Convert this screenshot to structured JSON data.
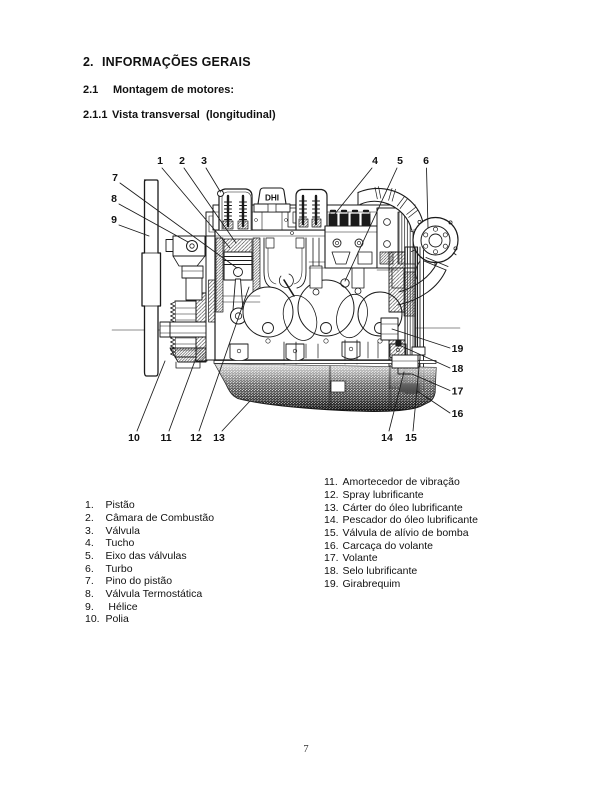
{
  "headings": {
    "h1": {
      "number": "2.",
      "text": "INFORMAÇÕES GERAIS"
    },
    "h2": {
      "number": "2.1",
      "text": "Montagem de motores:"
    },
    "h3": {
      "number": "2.1.1",
      "text": "Vista transversal  (longitudinal)"
    }
  },
  "figure": {
    "engine_label": "DHI",
    "callouts": [
      "1",
      "2",
      "3",
      "4",
      "5",
      "6",
      "7",
      "8",
      "9",
      "10",
      "11",
      "12",
      "13",
      "14",
      "15",
      "16",
      "17",
      "18",
      "19"
    ]
  },
  "parts_list": {
    "left": [
      {
        "number": "1.",
        "label": "Pistão"
      },
      {
        "number": "2.",
        "label": "Câmara de Combustão"
      },
      {
        "number": "3.",
        "label": "Válvula"
      },
      {
        "number": "4.",
        "label": "Tucho"
      },
      {
        "number": "5.",
        "label": "Eixo das válvulas"
      },
      {
        "number": "6.",
        "label": "Turbo"
      },
      {
        "number": "7.",
        "label": "Pino do pistão"
      },
      {
        "number": "8.",
        "label": "Válvula Termostática"
      },
      {
        "number": "9.",
        "label": " Hélice"
      },
      {
        "number": "10.",
        "label": "Polia"
      }
    ],
    "right": [
      {
        "number": "11.",
        "label": "Amortecedor de vibração"
      },
      {
        "number": "12.",
        "label": "Spray lubrificante"
      },
      {
        "number": "13.",
        "label": "Cárter do óleo lubrificante"
      },
      {
        "number": "14.",
        "label": "Pescador do óleo lubrificante"
      },
      {
        "number": "15.",
        "label": "Válvula de alívio de bomba"
      },
      {
        "number": "16.",
        "label": "Carcaça do volante"
      },
      {
        "number": "17.",
        "label": "Volante"
      },
      {
        "number": "18.",
        "label": "Selo lubrificante"
      },
      {
        "number": "19.",
        "label": "Girabrequim"
      }
    ]
  },
  "footer": {
    "page_number": "7"
  }
}
